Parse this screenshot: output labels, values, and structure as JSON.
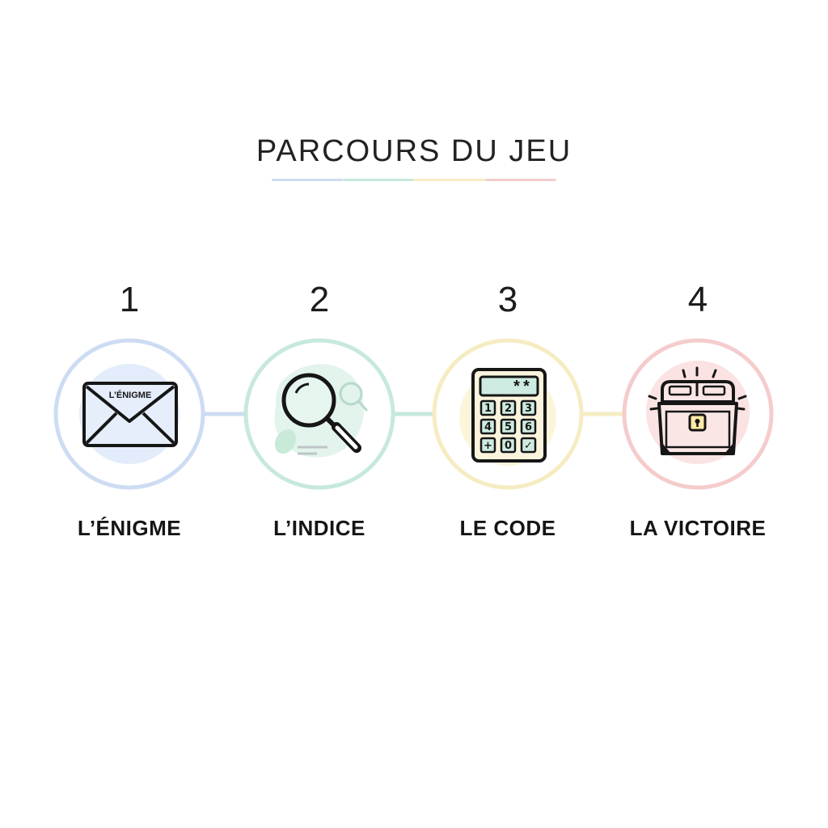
{
  "title": "PARCOURS DU JEU",
  "title_rule_colors": [
    "#cddcf3",
    "#c7e9dc",
    "#f5ecc2",
    "#f5cccc"
  ],
  "steps": [
    {
      "number": "1",
      "label": "L’ÉNIGME",
      "icon": "envelope-icon",
      "icon_text": "L’ÉNIGME",
      "color": "#cddcf3",
      "blob": "#e3ecfa"
    },
    {
      "number": "2",
      "label": "L’INDICE",
      "icon": "magnifier-icon",
      "color": "#c7e9dc",
      "blob": "#e2f4ec"
    },
    {
      "number": "3",
      "label": "LE CODE",
      "icon": "calculator-icon",
      "color": "#f5ecc2",
      "blob": "#fbf5dc",
      "screen_text": "**",
      "keys": [
        "1",
        "2",
        "3",
        "4",
        "5",
        "6",
        "+",
        "0",
        "✓"
      ]
    },
    {
      "number": "4",
      "label": "LA VICTOIRE",
      "icon": "treasure-chest-icon",
      "color": "#f5cccc",
      "blob": "#fbe3e3"
    }
  ]
}
